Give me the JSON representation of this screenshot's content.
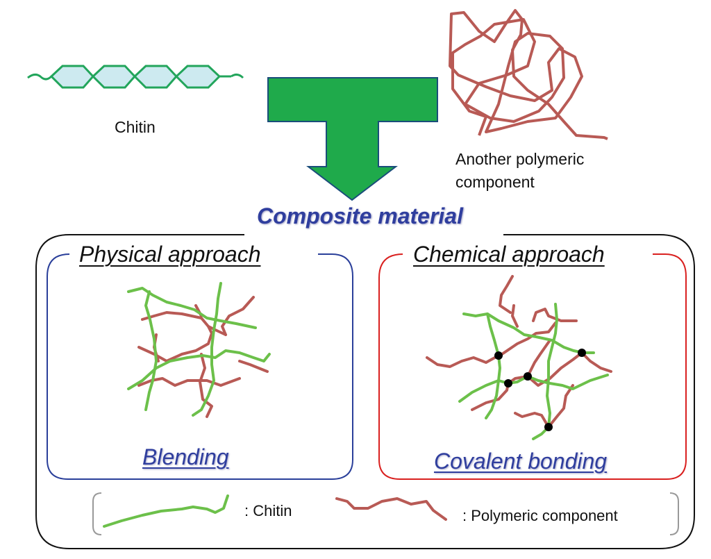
{
  "inputs": {
    "chitin_label": "Chitin",
    "polymer_label_line1": "Another polymeric",
    "polymer_label_line2": "component"
  },
  "result": {
    "title": "Composite material"
  },
  "approaches": {
    "physical": {
      "title": "Physical approach",
      "method": "Blending"
    },
    "chemical": {
      "title": "Chemical approach",
      "method": "Covalent bonding"
    }
  },
  "legend": {
    "chitin": ": Chitin",
    "polymer": ": Polymeric component"
  },
  "colors": {
    "chitin_green": "#6cc04a",
    "polymer_red": "#b85a55",
    "arrow_green": "#1faa4b",
    "title_blue": "#2f3e9e",
    "physical_box": "#2a3f9a",
    "chemical_box": "#d9201f"
  }
}
